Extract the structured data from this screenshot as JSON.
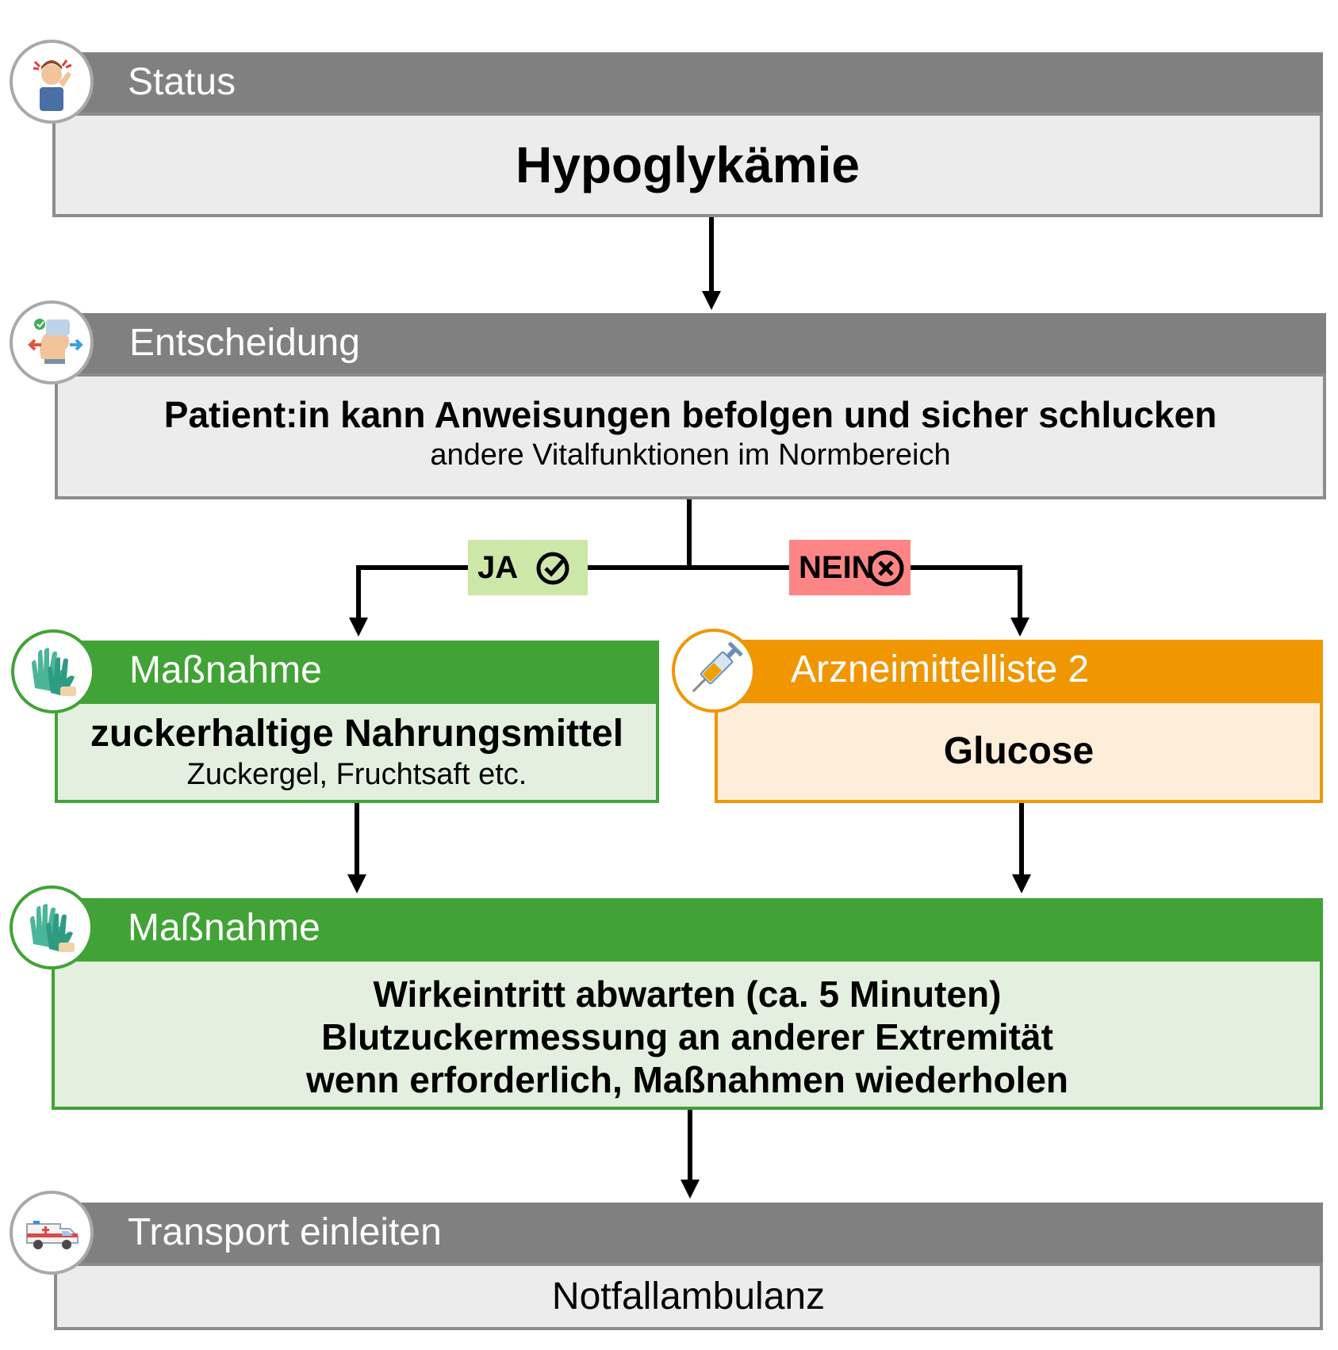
{
  "status": {
    "header": "Status",
    "title": "Hypoglykämie"
  },
  "decision": {
    "header": "Entscheidung",
    "question": "Patient:in kann Anweisungen befolgen und sicher schlucken",
    "note": "andere Vitalfunktionen im Normbereich"
  },
  "branches": {
    "yes": "JA",
    "no": "NEIN"
  },
  "measure_left": {
    "header": "Maßnahme",
    "title": "zuckerhaltige Nahrungsmittel",
    "sub": "Zuckergel, Fruchtsaft etc."
  },
  "drug": {
    "header": "Arzneimittelliste 2",
    "title": "Glucose"
  },
  "measure_main": {
    "header": "Maßnahme",
    "lines": [
      "Wirkeintritt abwarten (ca. 5 Minuten)",
      "Blutzuckermessung an anderer Extremität",
      "wenn erforderlich, Maßnahmen wiederholen"
    ]
  },
  "transport": {
    "header": "Transport einleiten",
    "destination": "Notfallambulanz"
  },
  "colors": {
    "grey": "#808080",
    "green": "#41a336",
    "orange": "#f09600",
    "yes_badge": "#cde7a9",
    "no_badge": "#fd8585"
  }
}
